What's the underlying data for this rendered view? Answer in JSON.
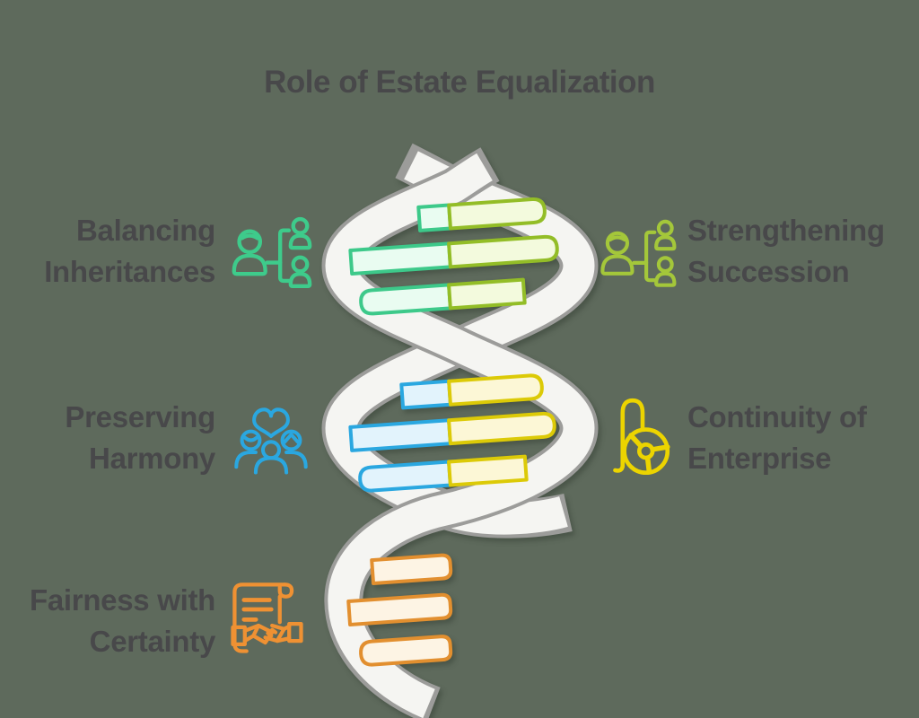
{
  "title": "Role of Estate Equalization",
  "items": [
    {
      "label": "Balancing Inheritances",
      "icon": "family-tree-icon",
      "side": "left",
      "color": "#3ecb8b"
    },
    {
      "label": "Strengthening Succession",
      "icon": "family-tree-icon",
      "side": "right",
      "color": "#a4c73a"
    },
    {
      "label": "Preserving Harmony",
      "icon": "family-heart-icon",
      "side": "left",
      "color": "#2aa7e0"
    },
    {
      "label": "Continuity of Enterprise",
      "icon": "sprout-wheel-icon",
      "side": "right",
      "color": "#ecd400"
    },
    {
      "label": "Fairness with Certainty",
      "icon": "contract-handshake-icon",
      "side": "left",
      "color": "#ef9133"
    }
  ],
  "dna": {
    "description": "double helix with colored base-pair rungs",
    "rung_groups": [
      {
        "position": "top",
        "rungs": 3,
        "left_color": "green",
        "right_color": "lime"
      },
      {
        "position": "middle",
        "rungs": 3,
        "left_color": "blue",
        "right_color": "yellow"
      },
      {
        "position": "bottom",
        "rungs": 3,
        "left_color": "orange",
        "right_color": "orange"
      }
    ]
  },
  "palette": {
    "bg": "#5e6a5c",
    "text": "#48484a",
    "strand_fill": "#f5f5f2",
    "strand_line": "#9c9c9a",
    "green": "#3dc98a",
    "green_fill": "#e9fcf1",
    "lime": "#93bd27",
    "lime_fill": "#f3fadd",
    "blue": "#2aa7e0",
    "blue_fill": "#e2f3fc",
    "yellow": "#dcca07",
    "yellow_fill": "#fcf7d6",
    "orange": "#e28f2f",
    "orange_fill": "#fdf4e4",
    "icon_green": "#3ecb8b",
    "icon_lime": "#a4c73a",
    "icon_blue": "#2aa7e0",
    "icon_yellow": "#ecd400",
    "icon_orange": "#ef9133"
  }
}
